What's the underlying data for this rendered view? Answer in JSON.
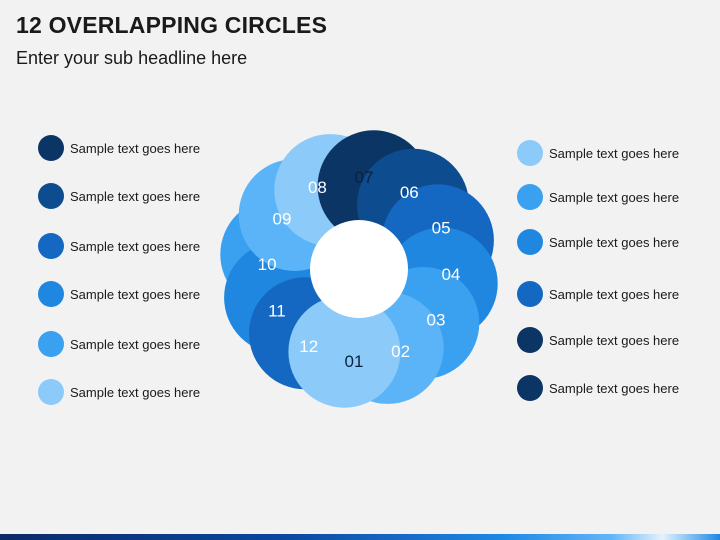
{
  "title": "12 OVERLAPPING CIRCLES",
  "subtitle": "Enter your sub headline here",
  "diagram": {
    "segments": [
      {
        "label": "01",
        "color": "#8ccafa"
      },
      {
        "label": "02",
        "color": "#5ab4f7"
      },
      {
        "label": "03",
        "color": "#3aa0f0"
      },
      {
        "label": "04",
        "color": "#1f87e0"
      },
      {
        "label": "05",
        "color": "#1568c2"
      },
      {
        "label": "06",
        "color": "#0c4c8f"
      },
      {
        "label": "07",
        "color": "#0a3565"
      },
      {
        "label": "08",
        "color": "#8ccafa"
      },
      {
        "label": "09",
        "color": "#5ab4f7"
      },
      {
        "label": "10",
        "color": "#3aa0f0"
      },
      {
        "label": "11",
        "color": "#1f87e0"
      },
      {
        "label": "12",
        "color": "#1568c2"
      }
    ]
  },
  "left_legend": [
    {
      "label": "Sample text goes here",
      "color": "#0a3565"
    },
    {
      "label": "Sample text goes here",
      "color": "#0c4c8f"
    },
    {
      "label": "Sample text goes here",
      "color": "#1568c2"
    },
    {
      "label": "Sample text goes here",
      "color": "#1f87e0"
    },
    {
      "label": "Sample text goes here",
      "color": "#3aa0f0"
    },
    {
      "label": "Sample text goes here",
      "color": "#8ccafa"
    }
  ],
  "right_legend": [
    {
      "label": "Sample text goes here",
      "color": "#8ccafa"
    },
    {
      "label": "Sample text goes here",
      "color": "#3aa0f0"
    },
    {
      "label": "Sample text goes here",
      "color": "#1f87e0"
    },
    {
      "label": "Sample text goes here",
      "color": "#1568c2"
    },
    {
      "label": "Sample text goes here",
      "color": "#0a3565"
    },
    {
      "label": "Sample text goes here",
      "color": "#0a3565"
    }
  ]
}
